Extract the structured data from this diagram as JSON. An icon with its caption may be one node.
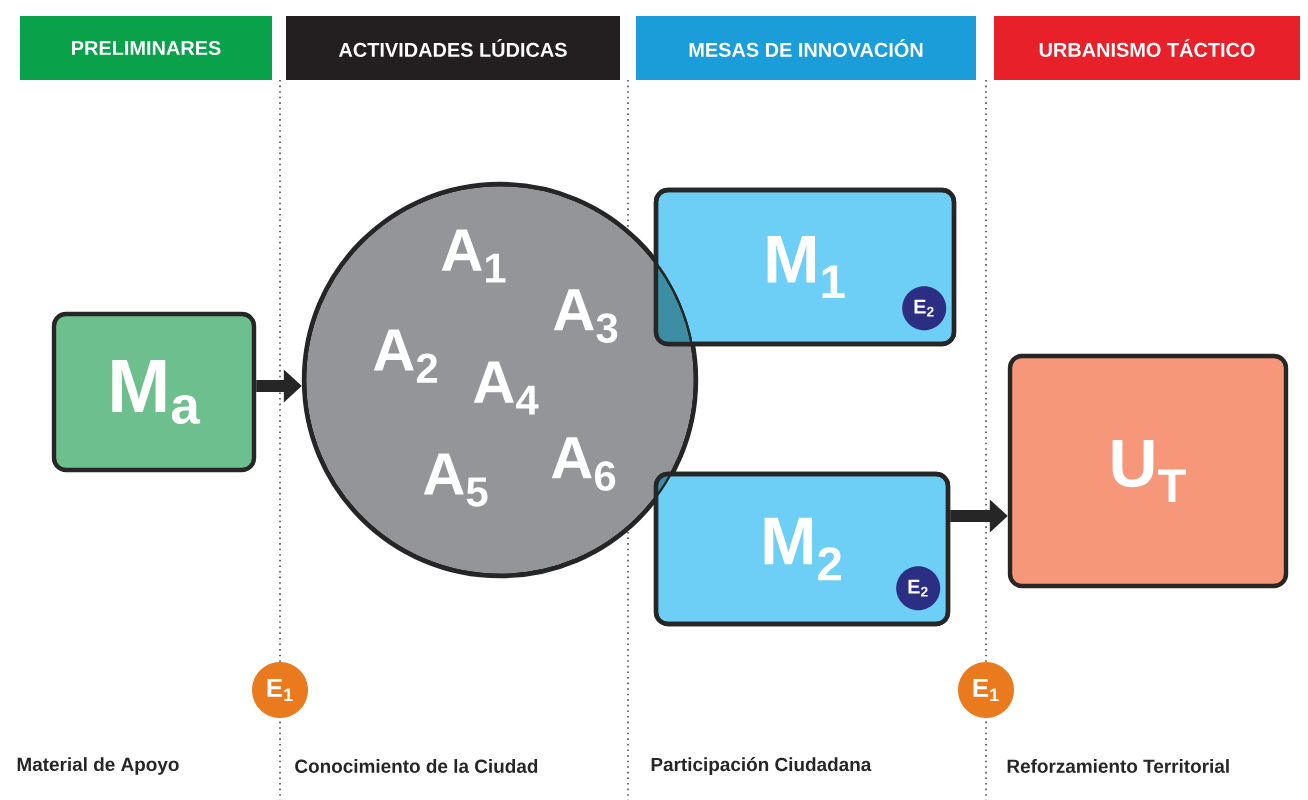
{
  "diagram": {
    "nodes": [
      {
        "text": [
          "PRELIMINARES"
        ]
      },
      {
        "text": [
          "ACTIVIDADES LÚDICAS"
        ]
      },
      {
        "text": [
          "MESAS DE INNOVACIÓN"
        ]
      },
      {
        "text": [
          "URBANISMO TÁCTICO"
        ]
      },
      {
        "text": [
          "M$_{a}$"
        ]
      },
      {
        "text": [
          "A$_{1}$",
          "A$_{3}$",
          "A$_{2}$",
          "A$_{4}$",
          "A$_{5}$",
          "A$_{6}$"
        ]
      },
      {
        "text": [
          "M$_{1}$"
        ]
      },
      {
        "text": [
          "E$_{2}$"
        ],
        "in": 6
      },
      {
        "text": [
          "M$_{2}$"
        ]
      },
      {
        "text": [
          "E$_{2}$"
        ],
        "in": 8
      },
      {
        "text": [
          "U$_{T}$"
        ]
      },
      {
        "text": [
          "E$_{1}$"
        ]
      },
      {
        "text": [
          "E$_{1}$"
        ]
      }
    ],
    "edges": [
      {
        "from": 4,
        "to": 5,
        "arrow": "to"
      },
      {
        "from": 8,
        "to": 10,
        "arrow": "to"
      }
    ],
    "labels": [
      "Material de Apoyo",
      "Conocimiento de la Ciudad",
      "Participación Ciudadana",
      "Reforzamiento Territorial"
    ]
  }
}
